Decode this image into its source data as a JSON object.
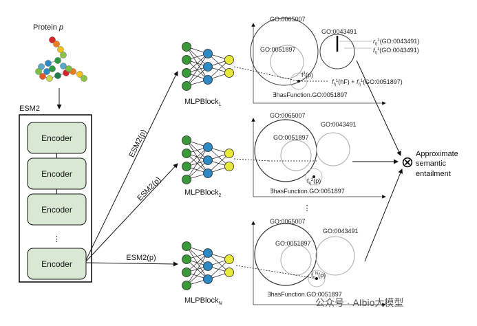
{
  "protein": {
    "label_prefix": "Protein ",
    "label_var": "p"
  },
  "esm": {
    "title": "ESM2",
    "encoders": [
      "Encoder",
      "Encoder",
      "Encoder",
      "Encoder"
    ],
    "dots": "⋮"
  },
  "arrows": {
    "esm_label_1": "ESM2(p)",
    "esm_label_2": "ESM2(p)",
    "esm_label_3": "ESM2(p)"
  },
  "mlp": {
    "block_1": {
      "base": "MLPBlock",
      "sub": "1"
    },
    "block_2": {
      "base": "MLPBlock",
      "sub": "2"
    },
    "block_n": {
      "base": "MLPBlock",
      "sub": "N"
    }
  },
  "panels": {
    "p1": {
      "go_a": "GO:0065007",
      "go_b": "GO:0043491",
      "go_c": "GO:0051897",
      "f_point": "f",
      "f_sup": "1",
      "f_arg": "(p)",
      "r_label": "r",
      "r_arg": "(GO:0043491)",
      "f2_label": "f",
      "f2_arg": "(GO:0043491)",
      "fh_label": "f",
      "fh_arg": "(hF) + ",
      "fh2_label": "f",
      "fh2_arg": "(GO:0051897)",
      "exists": "∃hasFunction.GO:0051897",
      "sub_n": "η",
      "sup_1": "1"
    },
    "p2": {
      "go_a": "GO:0065007",
      "go_b": "GO:0043491",
      "go_c": "GO:0051897",
      "f_point": "f",
      "f_sup": "2",
      "f_arg": "(p)",
      "exists": "∃hasFunction.GO:0051897",
      "sub_n": "η"
    },
    "pn": {
      "go_a": "GO:0065007",
      "go_b": "GO:0043491",
      "go_c": "GO:0051897",
      "f_point": "f",
      "f_sup": "N",
      "f_arg": "(p)",
      "exists": "∃hasFunction.GO:0051897",
      "sub_n": "η"
    },
    "mid_dots": "⋮"
  },
  "output": {
    "symbol": "⊗",
    "line1": "Approximate",
    "line2": "semantic",
    "line3": "entailment"
  },
  "watermark": "公众号 · AIbio大模型",
  "colors": {
    "encoder_fill": "#d9e8d3",
    "node_green": "#3a9a3a",
    "node_blue": "#2f8ac4",
    "node_yellow": "#e6e83a",
    "protein": [
      "#d9262a",
      "#f07a1e",
      "#f2c01e",
      "#8bc34a",
      "#2e9a44",
      "#2f8ac4",
      "#5aa7c7",
      "#7bc043",
      "#e05a2a",
      "#c8d64a",
      "#1f7a4a"
    ]
  }
}
